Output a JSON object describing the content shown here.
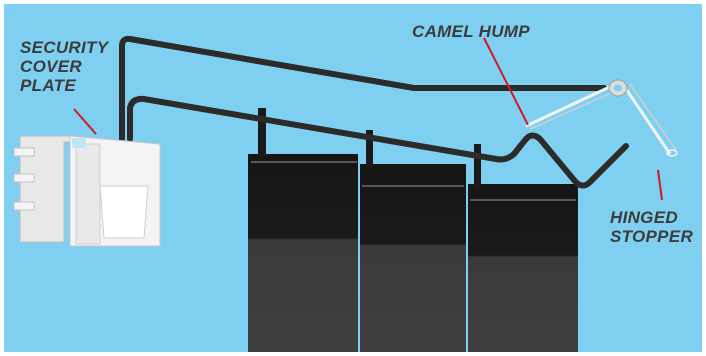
{
  "callouts": {
    "security_cover_plate": {
      "line1": "SECURITY",
      "line2": "COVER",
      "line3": "PLATE"
    },
    "camel_hump": {
      "text": "CAMEL HUMP"
    },
    "hinged_stopper": {
      "line1": "HINGED",
      "line2": "STOPPER"
    }
  },
  "colors": {
    "background": "#7fd0f0",
    "leader_line": "#d1182b",
    "label_text": "#3c3c3c",
    "wire": "#2b2b2b",
    "package_dark": "#1e1e1e",
    "package_gray": "#3a3a3a",
    "cover_plate": "#f2f2f2"
  }
}
